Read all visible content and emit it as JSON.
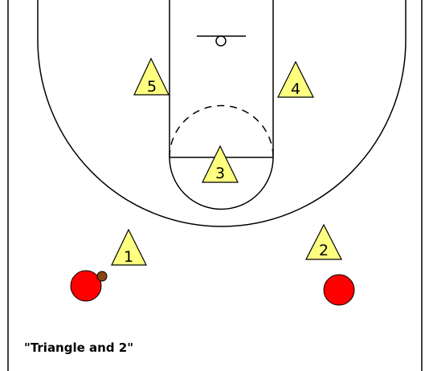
{
  "caption": "\"Triangle and 2\"",
  "colors": {
    "court_lines": "#000000",
    "defender_fill": "#ffff80",
    "offense_fill": "#ff0000",
    "ball_fill": "#8b4513",
    "background": "#ffffff"
  },
  "defenders": [
    {
      "label": "1"
    },
    {
      "label": "2"
    },
    {
      "label": "3"
    },
    {
      "label": "4"
    },
    {
      "label": "5"
    }
  ],
  "offensive_players": [
    {
      "has_ball": true
    },
    {
      "has_ball": false
    }
  ]
}
